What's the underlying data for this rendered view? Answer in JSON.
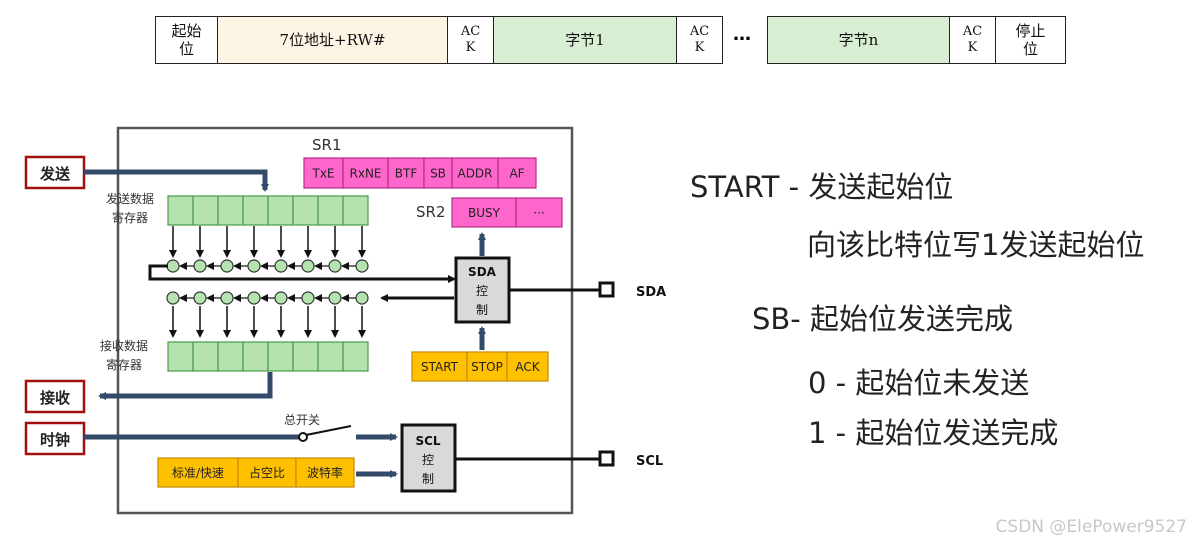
{
  "frame": {
    "start": [
      "起始",
      "位"
    ],
    "addr": "7位地址+RW#",
    "ack1": [
      "AC",
      "K"
    ],
    "byte1": "字节1",
    "ack2": [
      "AC",
      "K"
    ],
    "ellipsis": "…",
    "byten": "字节n",
    "ack3": [
      "AC",
      "K"
    ],
    "stop": [
      "停止",
      "位"
    ]
  },
  "block": {
    "send_label": "发送",
    "recv_label": "接收",
    "clock_label": "时钟",
    "tx_reg": [
      "发送数据",
      "寄存器"
    ],
    "rx_reg": [
      "接收数据",
      "寄存器"
    ],
    "sr1": "SR1",
    "sr1_bits": [
      "TxE",
      "RxNE",
      "BTF",
      "SB",
      "ADDR",
      "AF"
    ],
    "sr2": "SR2",
    "sr2_bits": [
      "BUSY",
      "···"
    ],
    "sda_ctrl": [
      "SDA",
      "控",
      "制"
    ],
    "scl_ctrl": [
      "SCL",
      "控",
      "制"
    ],
    "cr_bits": [
      "START",
      "STOP",
      "ACK"
    ],
    "ccr_bits": [
      "标准/快速",
      "占空比",
      "波特率"
    ],
    "switch": "总开关",
    "sda": "SDA",
    "scl": "SCL"
  },
  "notes": {
    "l1": "START - 发送起始位",
    "l2": "向该比特位写1发送起始位",
    "l3": "SB- 起始位发送完成",
    "l4": "0 - 起始位未发送",
    "l5": "1 - 起始位发送完成"
  },
  "watermark": "CSDN @ElePower9527",
  "colors": {
    "register_green": "#b5e3b0",
    "status_pink": "#ff66cc",
    "control_orange": "#ffc000",
    "arrow_navy": "#344a6a",
    "label_border": "#a01010"
  }
}
